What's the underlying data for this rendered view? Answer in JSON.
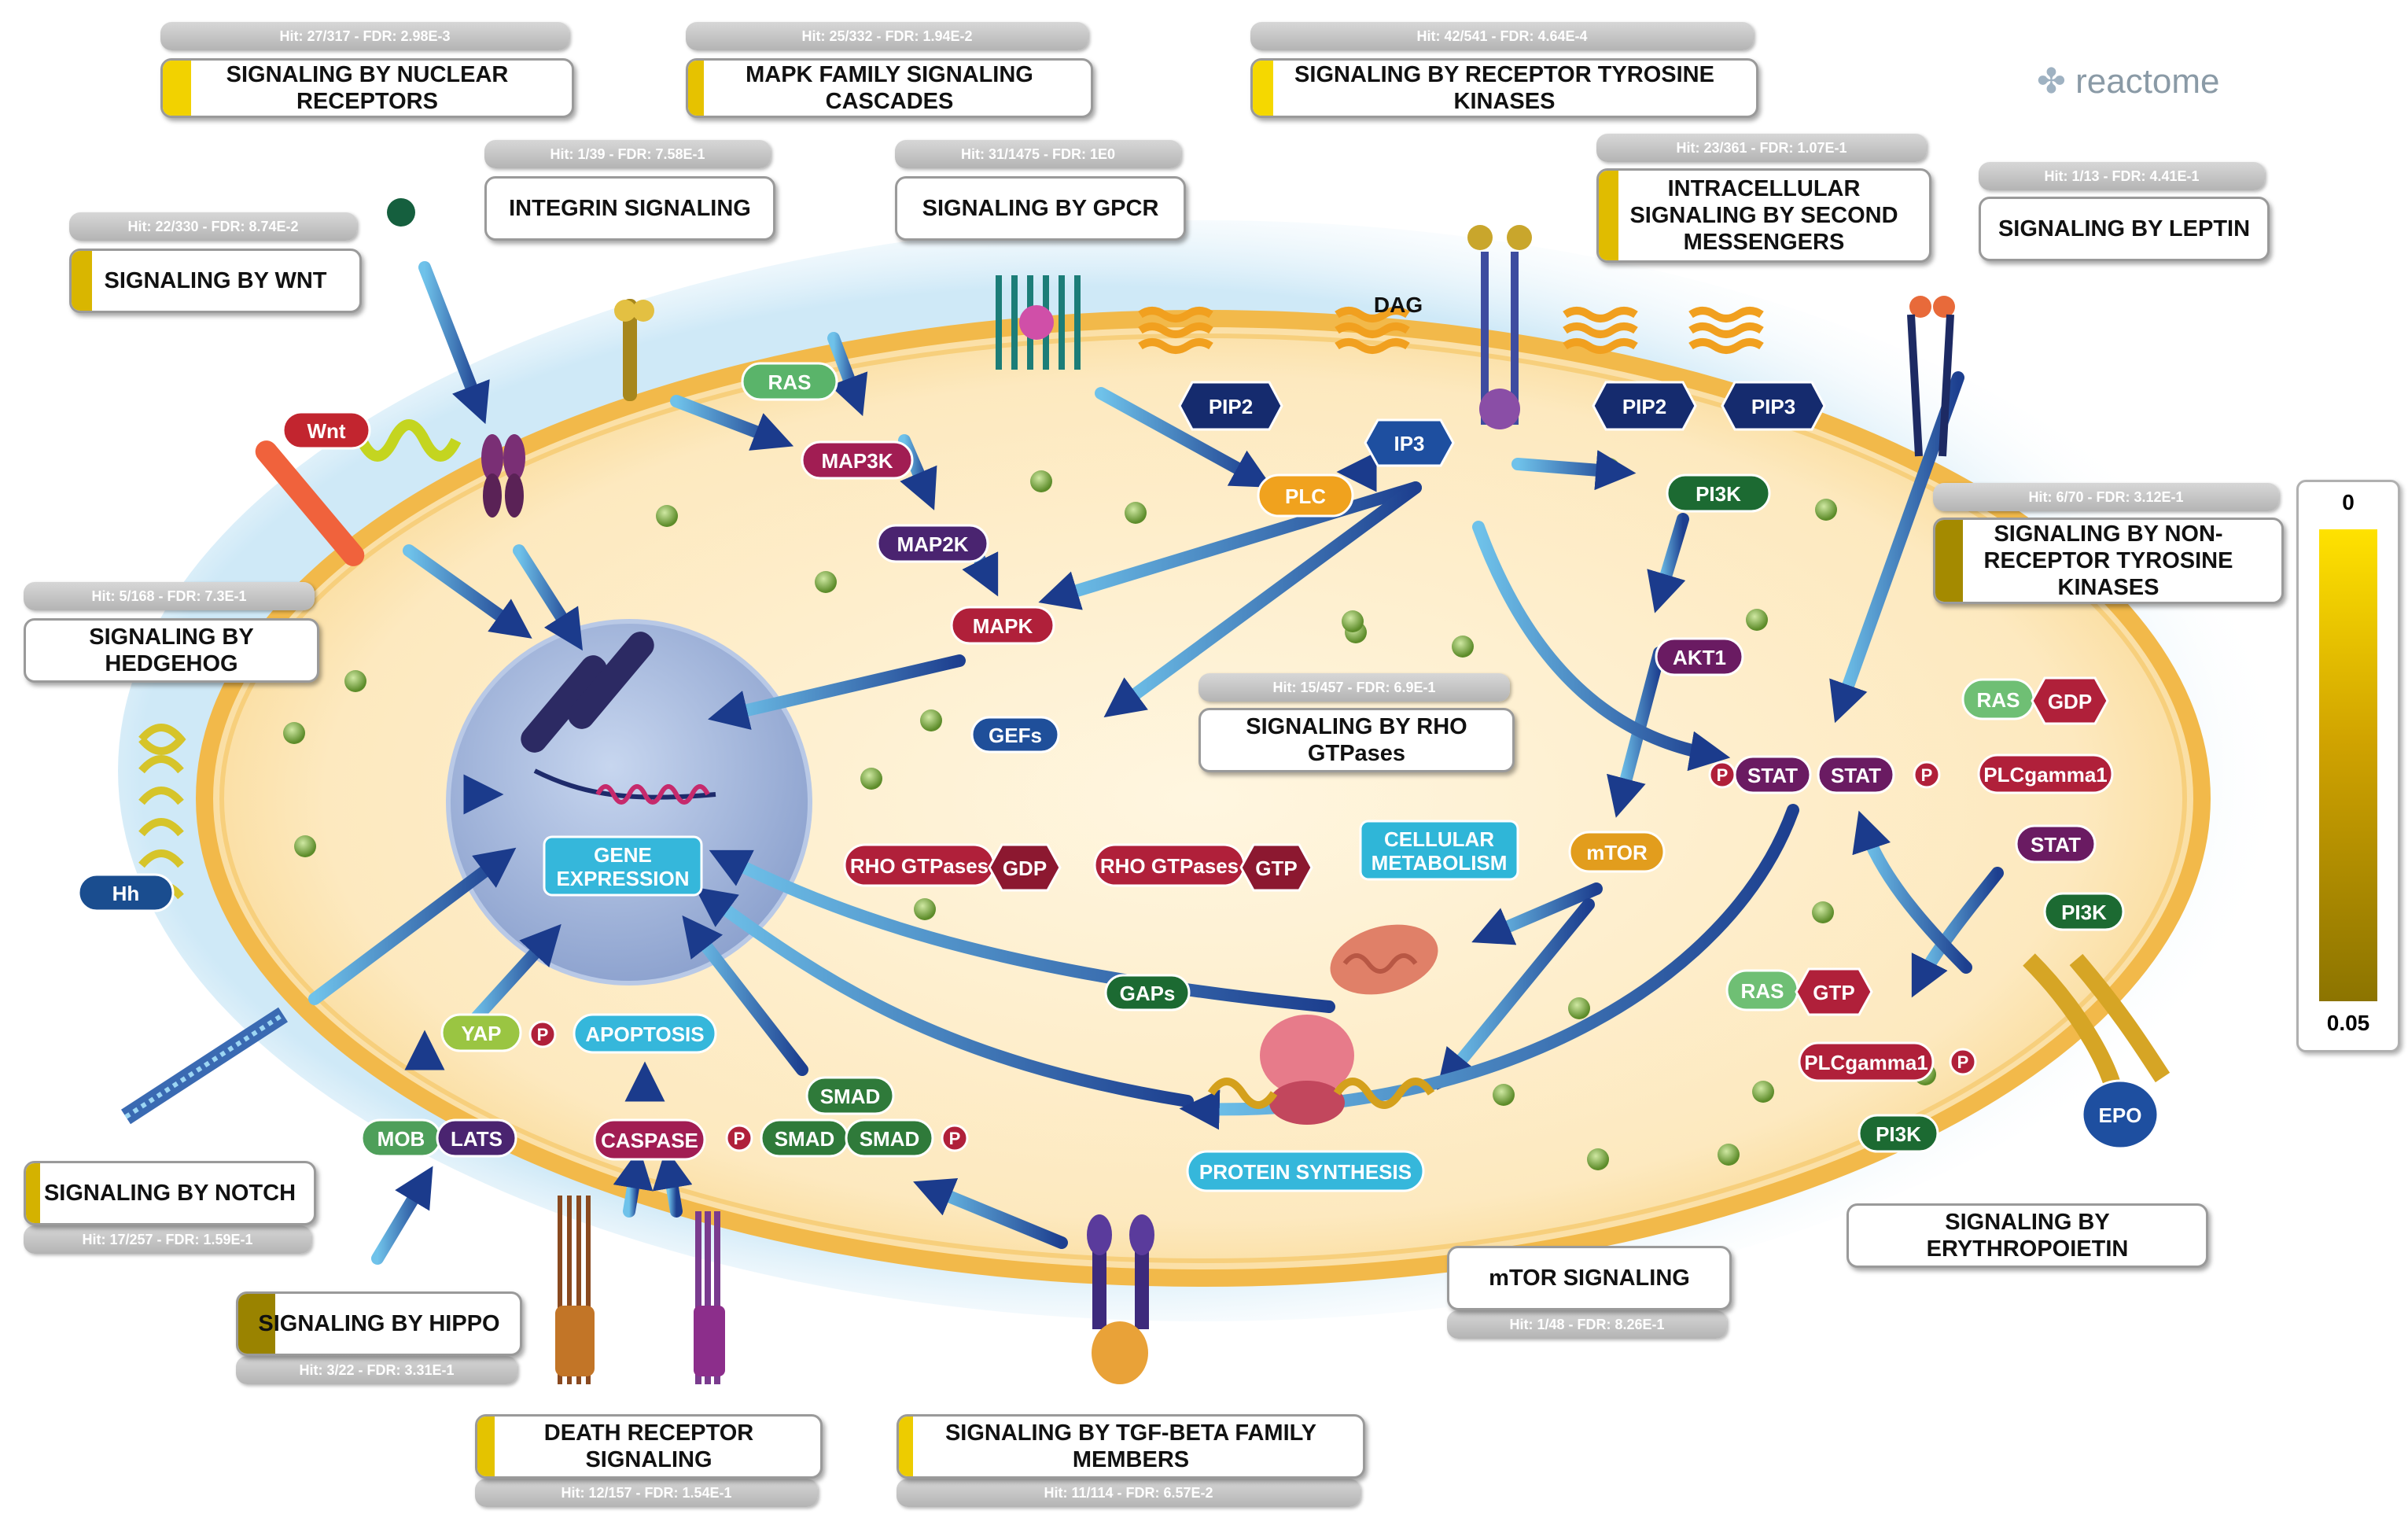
{
  "brand": {
    "logo_text": "reactome"
  },
  "legend": {
    "max_label": "0",
    "min_label": "0.05",
    "colors": [
      "#ffe200",
      "#8c7400"
    ]
  },
  "pathways": [
    {
      "id": "nuclear-receptors",
      "label": "SIGNALING BY NUCLEAR RECEPTORS",
      "stat": "Hit: 27/317 - FDR: 2.98E-3",
      "fill": 0.07,
      "fill_color": "#f2d200"
    },
    {
      "id": "mapk",
      "label": "MAPK FAMILY SIGNALING CASCADES",
      "stat": "Hit: 25/332 - FDR: 1.94E-2",
      "fill": 0.04,
      "fill_color": "#e6c200"
    },
    {
      "id": "rtk",
      "label": "SIGNALING BY RECEPTOR TYROSINE KINASES",
      "stat": "Hit: 42/541 - FDR: 4.64E-4",
      "fill": 0.04,
      "fill_color": "#f5d800"
    },
    {
      "id": "integrin",
      "label": "INTEGRIN SIGNALING",
      "stat": "Hit: 1/39 - FDR: 7.58E-1",
      "fill": 0,
      "fill_color": "#999999"
    },
    {
      "id": "gpcr",
      "label": "SIGNALING BY GPCR",
      "stat": "Hit: 31/1475 - FDR: 1E0",
      "fill": 0,
      "fill_color": "#999999"
    },
    {
      "id": "second-messengers",
      "label": "INTRACELLULAR SIGNALING BY SECOND MESSENGERS",
      "stat": "Hit: 23/361 - FDR: 1.07E-1",
      "fill": 0.06,
      "fill_color": "#e0bc00"
    },
    {
      "id": "leptin",
      "label": "SIGNALING BY LEPTIN",
      "stat": "Hit: 1/13 - FDR: 4.41E-1",
      "fill": 0,
      "fill_color": "#999999"
    },
    {
      "id": "wnt",
      "label": "SIGNALING BY WNT",
      "stat": "Hit: 22/330 - FDR: 8.74E-2",
      "fill": 0.07,
      "fill_color": "#d9b600"
    },
    {
      "id": "non-receptor-tk",
      "label": "SIGNALING BY NON-RECEPTOR TYROSINE KINASES",
      "stat": "Hit: 6/70 - FDR: 3.12E-1",
      "fill": 0.08,
      "fill_color": "#a48a00"
    },
    {
      "id": "hedgehog",
      "label": "SIGNALING BY HEDGEHOG",
      "stat": "Hit: 5/168 - FDR: 7.3E-1",
      "fill": 0,
      "fill_color": "#999999"
    },
    {
      "id": "rho",
      "label": "SIGNALING BY RHO GTPases",
      "stat": "Hit: 15/457 - FDR: 6.9E-1",
      "fill": 0,
      "fill_color": "#999999"
    },
    {
      "id": "notch",
      "label": "SIGNALING BY NOTCH",
      "stat": "Hit: 17/257 - FDR: 1.59E-1",
      "fill": 0.05,
      "fill_color": "#d4b200"
    },
    {
      "id": "erythropoietin",
      "label": "SIGNALING BY ERYTHROPOIETIN",
      "stat": "",
      "fill": 0,
      "fill_color": "#999999"
    },
    {
      "id": "mtor",
      "label": "mTOR SIGNALING",
      "stat": "Hit: 1/48 - FDR: 8.26E-1",
      "fill": 0,
      "fill_color": "#999999"
    },
    {
      "id": "hippo",
      "label": "SIGNALING BY HIPPO",
      "stat": "Hit: 3/22 - FDR: 3.31E-1",
      "fill": 0.13,
      "fill_color": "#9a8300"
    },
    {
      "id": "death-receptor",
      "label": "DEATH RECEPTOR SIGNALING",
      "stat": "Hit: 12/157 - FDR: 1.54E-1",
      "fill": 0.05,
      "fill_color": "#e4c300"
    },
    {
      "id": "tgf-beta",
      "label": "SIGNALING BY TGF-BETA FAMILY MEMBERS",
      "stat": "Hit: 11/114 - FDR: 6.57E-2",
      "fill": 0.03,
      "fill_color": "#edcc00"
    }
  ],
  "molecules": {
    "wnt": "Wnt",
    "hh": "Hh",
    "ras": "RAS",
    "map3k": "MAP3K",
    "map2k": "MAP2K",
    "mapk": "MAPK",
    "pip2_left": "PIP2",
    "dag": "DAG",
    "ip3": "IP3",
    "plc": "PLC",
    "pip2_right": "PIP2",
    "pip3": "PIP3",
    "pi3k_top": "PI3K",
    "akt1": "AKT1",
    "mtor": "mTOR",
    "gefs": "GEFs",
    "gaps": "GAPs",
    "rho_gdp_label": "RHO GTPases",
    "gdp": "GDP",
    "rho_gtp_label": "RHO GTPases",
    "gtp": "GTP",
    "cellular_metabolism": "CELLULAR METABOLISM",
    "gene_expression": "GENE EXPRESSION",
    "stat_a": "STAT",
    "stat_b": "STAT",
    "p": "P",
    "ras_right": "RAS",
    "gdp_right": "GDP",
    "plcg_top": "PLCgamma1",
    "stat_right": "STAT",
    "pi3k_right": "PI3K",
    "ras_low": "RAS",
    "gtp_low": "GTP",
    "plcg_low": "PLCgamma1",
    "pi3k_low": "PI3K",
    "epo": "EPO",
    "yap": "YAP",
    "apoptosis": "APOPTOSIS",
    "mob": "MOB",
    "lats": "LATS",
    "caspase": "CASPASE",
    "smad": "SMAD",
    "protein_synthesis": "PROTEIN SYNTHESIS"
  }
}
